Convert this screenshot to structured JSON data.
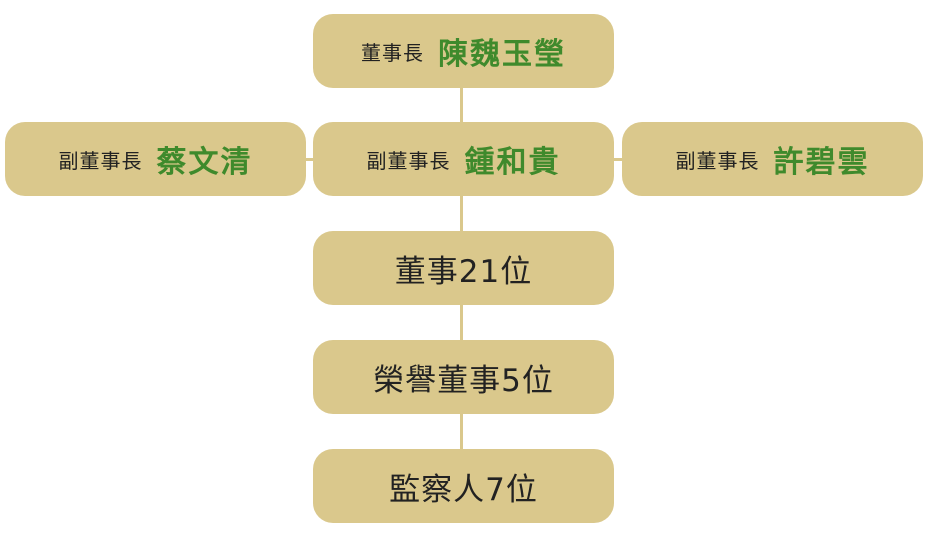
{
  "chairman": {
    "role": "董事長",
    "name": "陳魏玉瑩"
  },
  "vice_chairmen": [
    {
      "role": "副董事長",
      "name": "蔡文清"
    },
    {
      "role": "副董事長",
      "name": "鍾和貴"
    },
    {
      "role": "副董事長",
      "name": "許碧雲"
    }
  ],
  "directors": {
    "label": "董事21位"
  },
  "honorary_directors": {
    "label": "榮譽董事5位"
  },
  "supervisors": {
    "label": "監察人7位"
  },
  "colors": {
    "box": "#dac88c",
    "name_text": "#3f8a2c",
    "role_text": "#222222"
  }
}
